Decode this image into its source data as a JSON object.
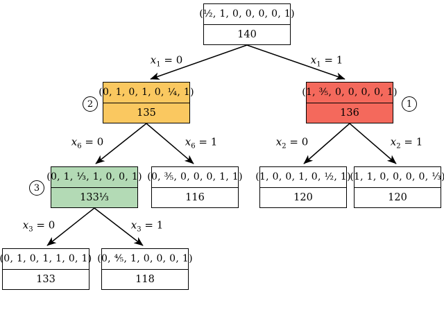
{
  "colors": {
    "highlight_red": "#f4695c",
    "highlight_gold": "#fac860",
    "highlight_green": "#b3dab5",
    "plain": "#ffffff",
    "line": "#000000"
  },
  "nodes": [
    {
      "id": "root",
      "tuple": "(½, 1, 0, 0, 0, 0, 1)",
      "value": "140"
    },
    {
      "id": "n2",
      "tuple": "(0, 1, 0, 1, 0, ¼, 1)",
      "value": "135",
      "badge": "2"
    },
    {
      "id": "n1",
      "tuple": "(1, ⅗, 0, 0, 0, 0, 1)",
      "value": "136",
      "badge": "1"
    },
    {
      "id": "n3",
      "tuple": "(0, 1, ⅓, 1, 0, 0, 1)",
      "value": "133⅓",
      "badge": "3"
    },
    {
      "id": "n116",
      "tuple": "(0, ⅗, 0, 0, 0, 1, 1)",
      "value": "116"
    },
    {
      "id": "n120a",
      "tuple": "(1, 0, 0, 1, 0, ½, 1)",
      "value": "120"
    },
    {
      "id": "n120b",
      "tuple": "(1, 1, 0, 0, 0, 0, ⅓)",
      "value": "120"
    },
    {
      "id": "n133",
      "tuple": "(0, 1, 0, 1, 1, 0, 1)",
      "value": "133"
    },
    {
      "id": "n118",
      "tuple": "(0, ⅘, 1, 0, 0, 0, 1)",
      "value": "118"
    }
  ],
  "edge_labels": [
    {
      "var": "x",
      "sub": "1",
      "rhs": " = 0"
    },
    {
      "var": "x",
      "sub": "1",
      "rhs": " = 1"
    },
    {
      "var": "x",
      "sub": "6",
      "rhs": " = 0"
    },
    {
      "var": "x",
      "sub": "6",
      "rhs": " = 1"
    },
    {
      "var": "x",
      "sub": "2",
      "rhs": " = 0"
    },
    {
      "var": "x",
      "sub": "2",
      "rhs": " = 1"
    },
    {
      "var": "x",
      "sub": "3",
      "rhs": " = 0"
    },
    {
      "var": "x",
      "sub": "3",
      "rhs": " = 1"
    }
  ],
  "badges": [
    {
      "label": "1"
    },
    {
      "label": "2"
    },
    {
      "label": "3"
    }
  ]
}
